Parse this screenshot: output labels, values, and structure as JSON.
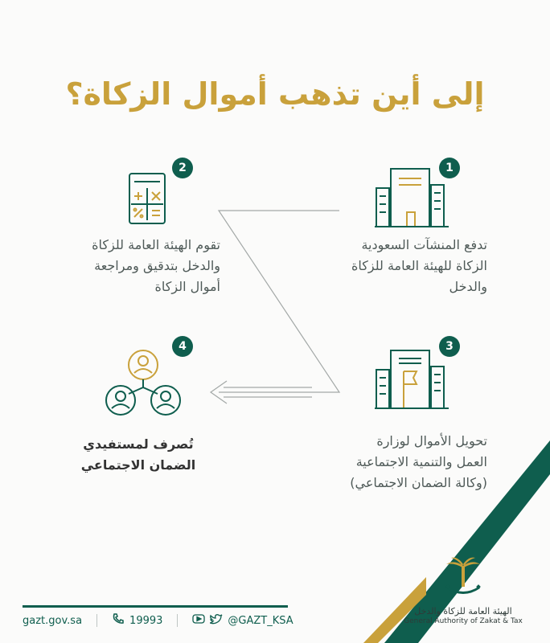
{
  "title": "إلى أين تذهب أموال الزكاة؟",
  "steps": [
    {
      "number": "1",
      "text": "تدفع المنشآت السعودية\nالزكاة للهيئة العامة للزكاة\nوالدخل",
      "icon": "building-icon"
    },
    {
      "number": "2",
      "text": "تقوم الهيئة العامة للزكاة\nوالدخل بتدقيق ومراجعة\nأموال الزكاة",
      "icon": "calculator-icon"
    },
    {
      "number": "3",
      "text": "تحويل الأموال لوزارة\nالعمل والتنمية الاجتماعية\n(وكالة الضمان الاجتماعي)",
      "icon": "ministry-building-icon"
    },
    {
      "number": "4",
      "text": "تُصرف لمستفيدي\nالضمان الاجتماعي",
      "icon": "beneficiaries-icon"
    }
  ],
  "footer": {
    "website": "gazt.gov.sa",
    "phone": "19993",
    "social": "@GAZT_KSA"
  },
  "logo": {
    "name_ar": "الهيئة العامة للزكاة والدخل",
    "name_en": "General Authority of Zakat & Tax"
  },
  "colors": {
    "gold": "#c9a13b",
    "green": "#0f5e4e"
  }
}
